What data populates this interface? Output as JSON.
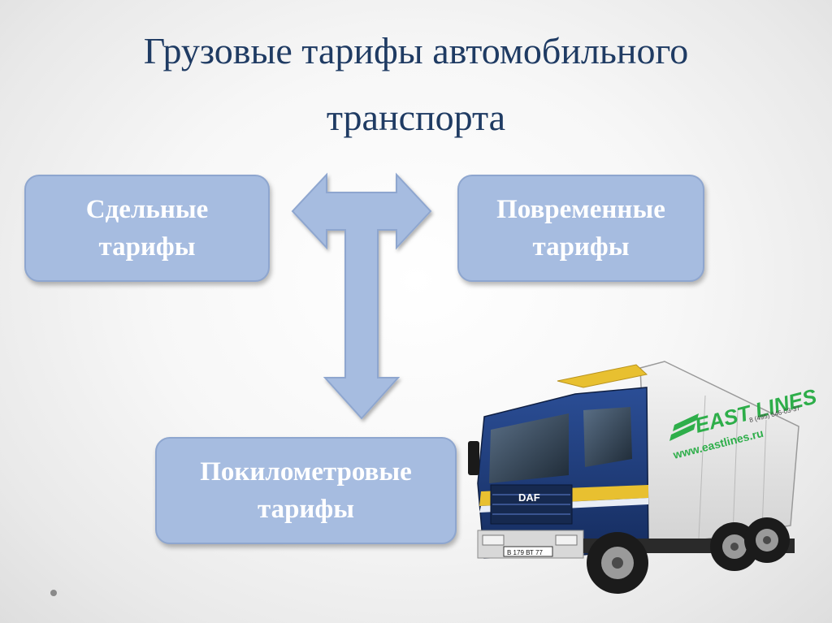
{
  "slide": {
    "title_line1": "Грузовые тарифы автомобильного",
    "title_line2": "транспорта",
    "boxes": {
      "left": {
        "line1": "Сдельные",
        "line2": "тарифы"
      },
      "right": {
        "line1": "Повременные",
        "line2": "тарифы"
      },
      "bottom": {
        "line1": "Покилометровые",
        "line2": "тарифы"
      }
    }
  },
  "truck": {
    "logo_text": "EAST LINES",
    "website": "www.eastlines.ru",
    "phone": "8 (495) 646-03-37",
    "grille_brand": "DAF",
    "plate": "В 179 ВТ 77"
  },
  "colors": {
    "title": "#1f3b63",
    "box_fill": "#a6bce0",
    "box_text": "#ffffff",
    "arrow_fill": "#a6bce0",
    "truck_cab": "#1d3a7a",
    "truck_stripe": "#e8c030",
    "truck_logo": "#2eae4a"
  }
}
